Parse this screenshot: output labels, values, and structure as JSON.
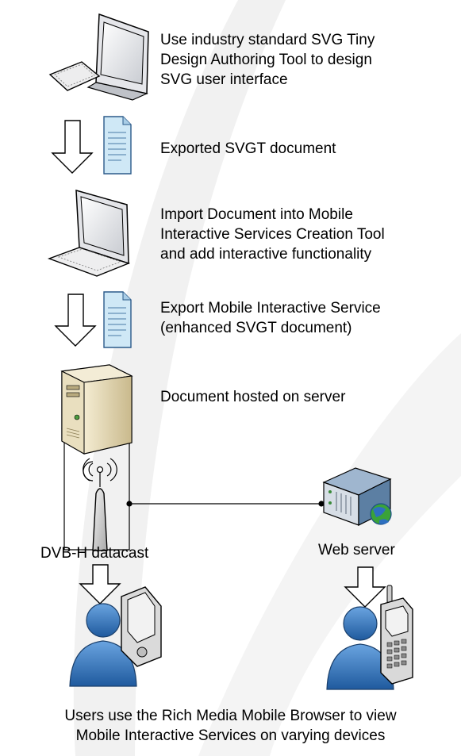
{
  "steps": {
    "design_text": [
      "Use industry standard SVG Tiny",
      "Design Authoring Tool to design",
      "SVG user interface"
    ],
    "export_text": "Exported SVGT document",
    "import_text": [
      "Import Document into Mobile",
      "Interactive Services Creation Tool",
      "and add interactive functionality"
    ],
    "export_service_text": [
      "Export Mobile Interactive Service",
      "(enhanced SVGT document)"
    ],
    "hosted_text": "Document hosted on server"
  },
  "labels": {
    "dvbh": "DVB-H datacast",
    "web_server": "Web server"
  },
  "footer": [
    "Users use the Rich Media Mobile Browser to view",
    "Mobile Interactive Services on varying devices"
  ],
  "icons": [
    "desktop-computer-icon",
    "document-icon",
    "laptop-icon",
    "tower-server-icon",
    "antenna-icon",
    "rack-server-globe-icon",
    "user-icon",
    "pda-icon",
    "mobile-phone-icon",
    "down-arrow-icon"
  ],
  "colors": {
    "swoosh": "#eeeeee",
    "document_fill": "#cfe8f6",
    "server_beige": "#e8dcb8",
    "user_blue": "#2e6fb5",
    "rack_blue": "#5c7fa3",
    "globe_green": "#3aa23a"
  }
}
